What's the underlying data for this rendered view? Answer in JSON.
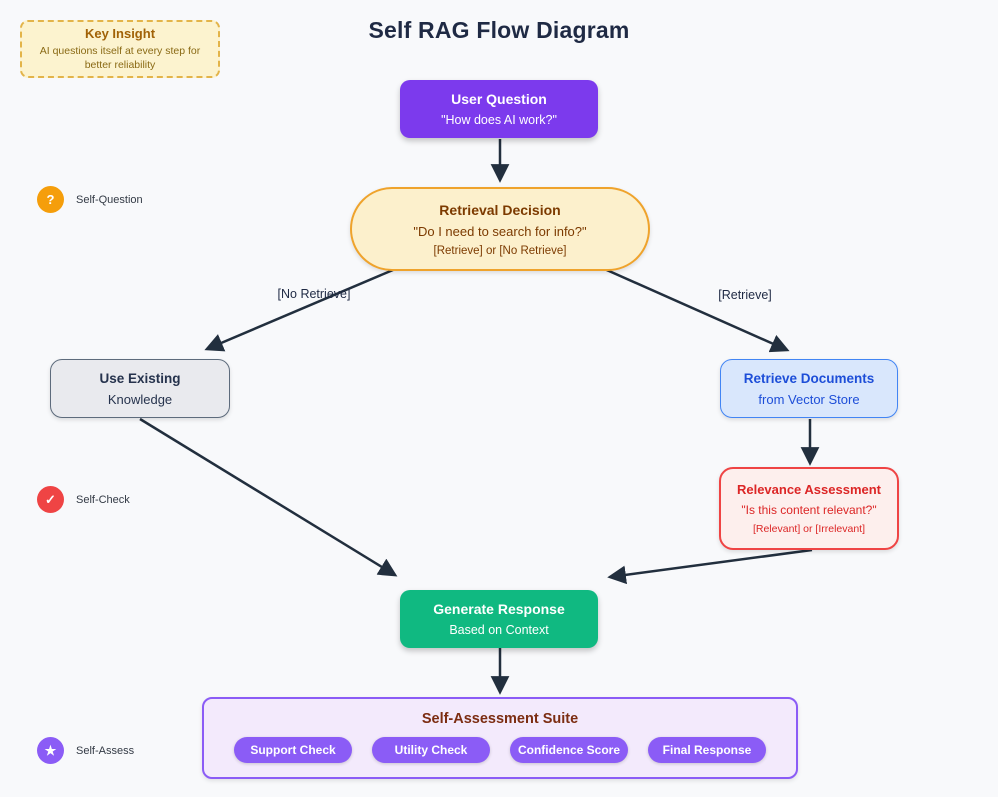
{
  "title": "Self RAG Flow Diagram",
  "key_insight": {
    "title": "Key Insight",
    "body": "AI questions itself at every step for better reliability"
  },
  "legend": {
    "items": [
      {
        "icon": "question-mark-icon",
        "glyph": "?",
        "label": "Self-Question",
        "color": "#F59E0B"
      },
      {
        "icon": "check-icon",
        "glyph": "✓",
        "label": "Self-Check",
        "color": "#EF4444"
      },
      {
        "icon": "star-icon",
        "glyph": "★",
        "label": "Self-Assess",
        "color": "#8B5CF6"
      }
    ]
  },
  "nodes": {
    "user_question": {
      "title": "User Question",
      "subtitle": "\"How does AI work?\"",
      "color": "#7C3AED"
    },
    "retrieval_decision": {
      "title": "Retrieval Decision",
      "subtitle": "\"Do I need to search for info?\"",
      "options": "[Retrieve] or [No Retrieve]",
      "fill": "#FCF0CC",
      "border": "#EFA32C"
    },
    "use_existing": {
      "title": "Use Existing",
      "subtitle": "Knowledge",
      "fill": "#E9EAEE",
      "border": "#5D6B7C"
    },
    "retrieve_documents": {
      "title": "Retrieve Documents",
      "subtitle": "from Vector Store",
      "fill": "#D9E7FC",
      "border": "#4285F4"
    },
    "relevance_assessment": {
      "title": "Relevance Assessment",
      "subtitle": "\"Is this content relevant?\"",
      "options": "[Relevant] or [Irrelevant]",
      "fill": "#FDEFED",
      "border": "#EF4444"
    },
    "generate_response": {
      "title": "Generate Response",
      "subtitle": "Based on Context",
      "color": "#10B981"
    },
    "self_assessment": {
      "title": "Self-Assessment Suite",
      "pills": [
        "Support Check",
        "Utility Check",
        "Confidence Score",
        "Final Response"
      ],
      "fill": "#F3EAFC",
      "border": "#8B5CF6",
      "pill_color": "#8B5CF6"
    }
  },
  "edges": {
    "no_retrieve_label": "[No Retrieve]",
    "retrieve_label": "[Retrieve]"
  }
}
